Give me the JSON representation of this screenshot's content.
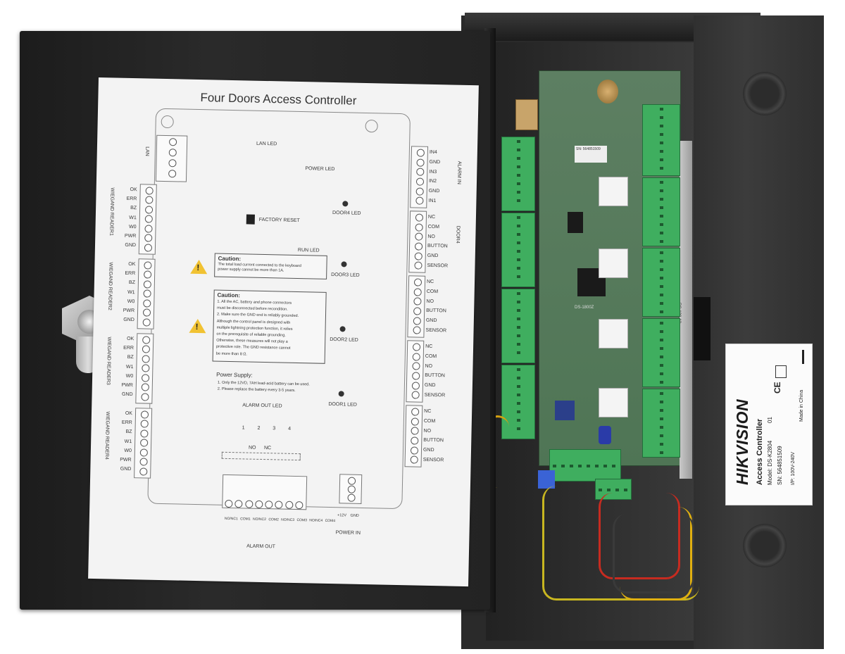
{
  "sheet": {
    "title": "Four Doors Access Controller",
    "lan_led": "LAN LED",
    "power_led": "POWER LED",
    "lan": "LAN",
    "factory_reset": "FACTORY RESET",
    "run_led": "RUN LED",
    "door4_led": "DOOR4 LED",
    "door3_led": "DOOR3 LED",
    "door2_led": "DOOR2 LED",
    "door1_led": "DOOR1 LED",
    "alarm_in": "ALARM IN",
    "alarm_in_pins": [
      "IN4",
      "GND",
      "IN3",
      "IN2",
      "GND",
      "IN1"
    ],
    "door_pins": [
      "NC",
      "COM",
      "NO",
      "BUTTON",
      "GND",
      "SENSOR"
    ],
    "door4": "DOOR4",
    "reader_pins": [
      "OK",
      "ERR",
      "BZ",
      "W1",
      "W0",
      "PWR",
      "GND"
    ],
    "reader1": "WIEGAND READER1",
    "reader2": "WIEGAND READER2",
    "reader3": "WIEGAND READER3",
    "reader4": "WIEGAND READER4",
    "caution1_title": "Caution:",
    "caution1_lines": [
      "The total load current connected to the keyboard",
      "power supply cannot be more than 1A."
    ],
    "caution2_title": "Caution:",
    "caution2_lines": [
      "1. All the AC, battery and phone connectors",
      "must be disconnected before recondition.",
      "2. Make sure the GND end is reliably grounded.",
      "Although the control panel is designed with",
      "multiple lightning protection function, it relies",
      "on the prerequisite of reliable grounding.",
      "Otherwise, these measures will not play a",
      "protective role. The GND resistance cannot",
      "be more than 8 Ω."
    ],
    "power_supply_title": "Power Supply:",
    "power_supply_lines": [
      "1. Only the 12VD, 7AH lead-acid battery can be used.",
      "2. Please replace the battery every 3-5 years."
    ],
    "alarm_out_led": "ALARM OUT LED",
    "alarm_out_led_nums": [
      "1",
      "2",
      "3",
      "4"
    ],
    "no": "NO",
    "nc": "NC",
    "alarm_out": "ALARM OUT",
    "alarm_out_pins": [
      "NO/NC1",
      "COM1",
      "NO/NC2",
      "COM2",
      "NO/NC3",
      "COM3",
      "NO/NC4",
      "COM4"
    ],
    "power_in": "POWER IN",
    "power_in_pins": [
      "+12V",
      "GND"
    ]
  },
  "pcb": {
    "sn_sticker": "SN: 564851509",
    "ds_mark": "DS-1800Z",
    "psu_mark": "RS-100-12"
  },
  "label": {
    "brand": "HIKVISION",
    "product": "Access Controller",
    "model": "Model: DS-K2804",
    "sn": "SN: 564851509",
    "ip": "I/P: 100V-240V",
    "rev": "01",
    "ce": "CE",
    "origin": "Made in China"
  },
  "colors": {
    "door": "#232323",
    "pcb_green": "#4f7555",
    "terminal_green": "#3fae5f",
    "warning_yellow": "#f1c232",
    "brand_text": "#1a1a1a"
  }
}
